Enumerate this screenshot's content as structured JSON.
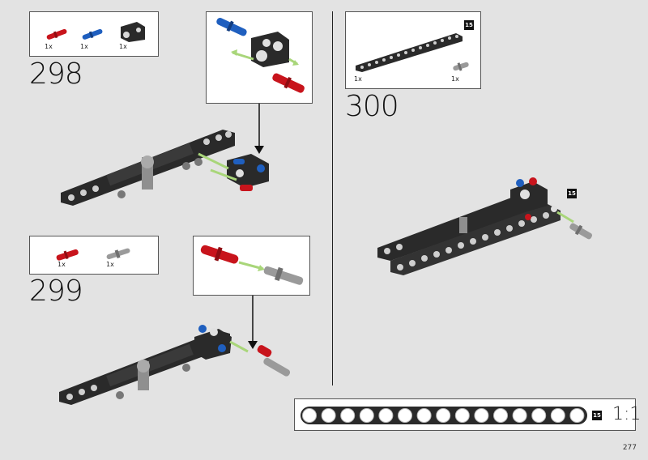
{
  "steps": [
    {
      "number": "298",
      "parts": [
        {
          "qty": "1x",
          "icon": "red-pin-icon"
        },
        {
          "qty": "1x",
          "icon": "blue-pin-icon"
        },
        {
          "qty": "1x",
          "icon": "black-connector-icon"
        }
      ]
    },
    {
      "number": "299",
      "parts": [
        {
          "qty": "1x",
          "icon": "red-pin-icon"
        },
        {
          "qty": "1x",
          "icon": "grey-axle-pin-icon"
        }
      ]
    },
    {
      "number": "300",
      "parts": [
        {
          "qty": "1x",
          "icon": "beam-icon"
        },
        {
          "qty": "1x",
          "icon": "grey-axle-pin-icon"
        }
      ],
      "beam_badge": "15"
    }
  ],
  "assembly_badge": "15",
  "scale": {
    "badge": "15",
    "label": "1:1"
  },
  "page_number": "277",
  "colors": {
    "red": "#c8141c",
    "blue": "#1f5fbf",
    "black": "#2a2a2a",
    "grey": "#9a9a9a",
    "arrow_green": "#a9d67a"
  }
}
